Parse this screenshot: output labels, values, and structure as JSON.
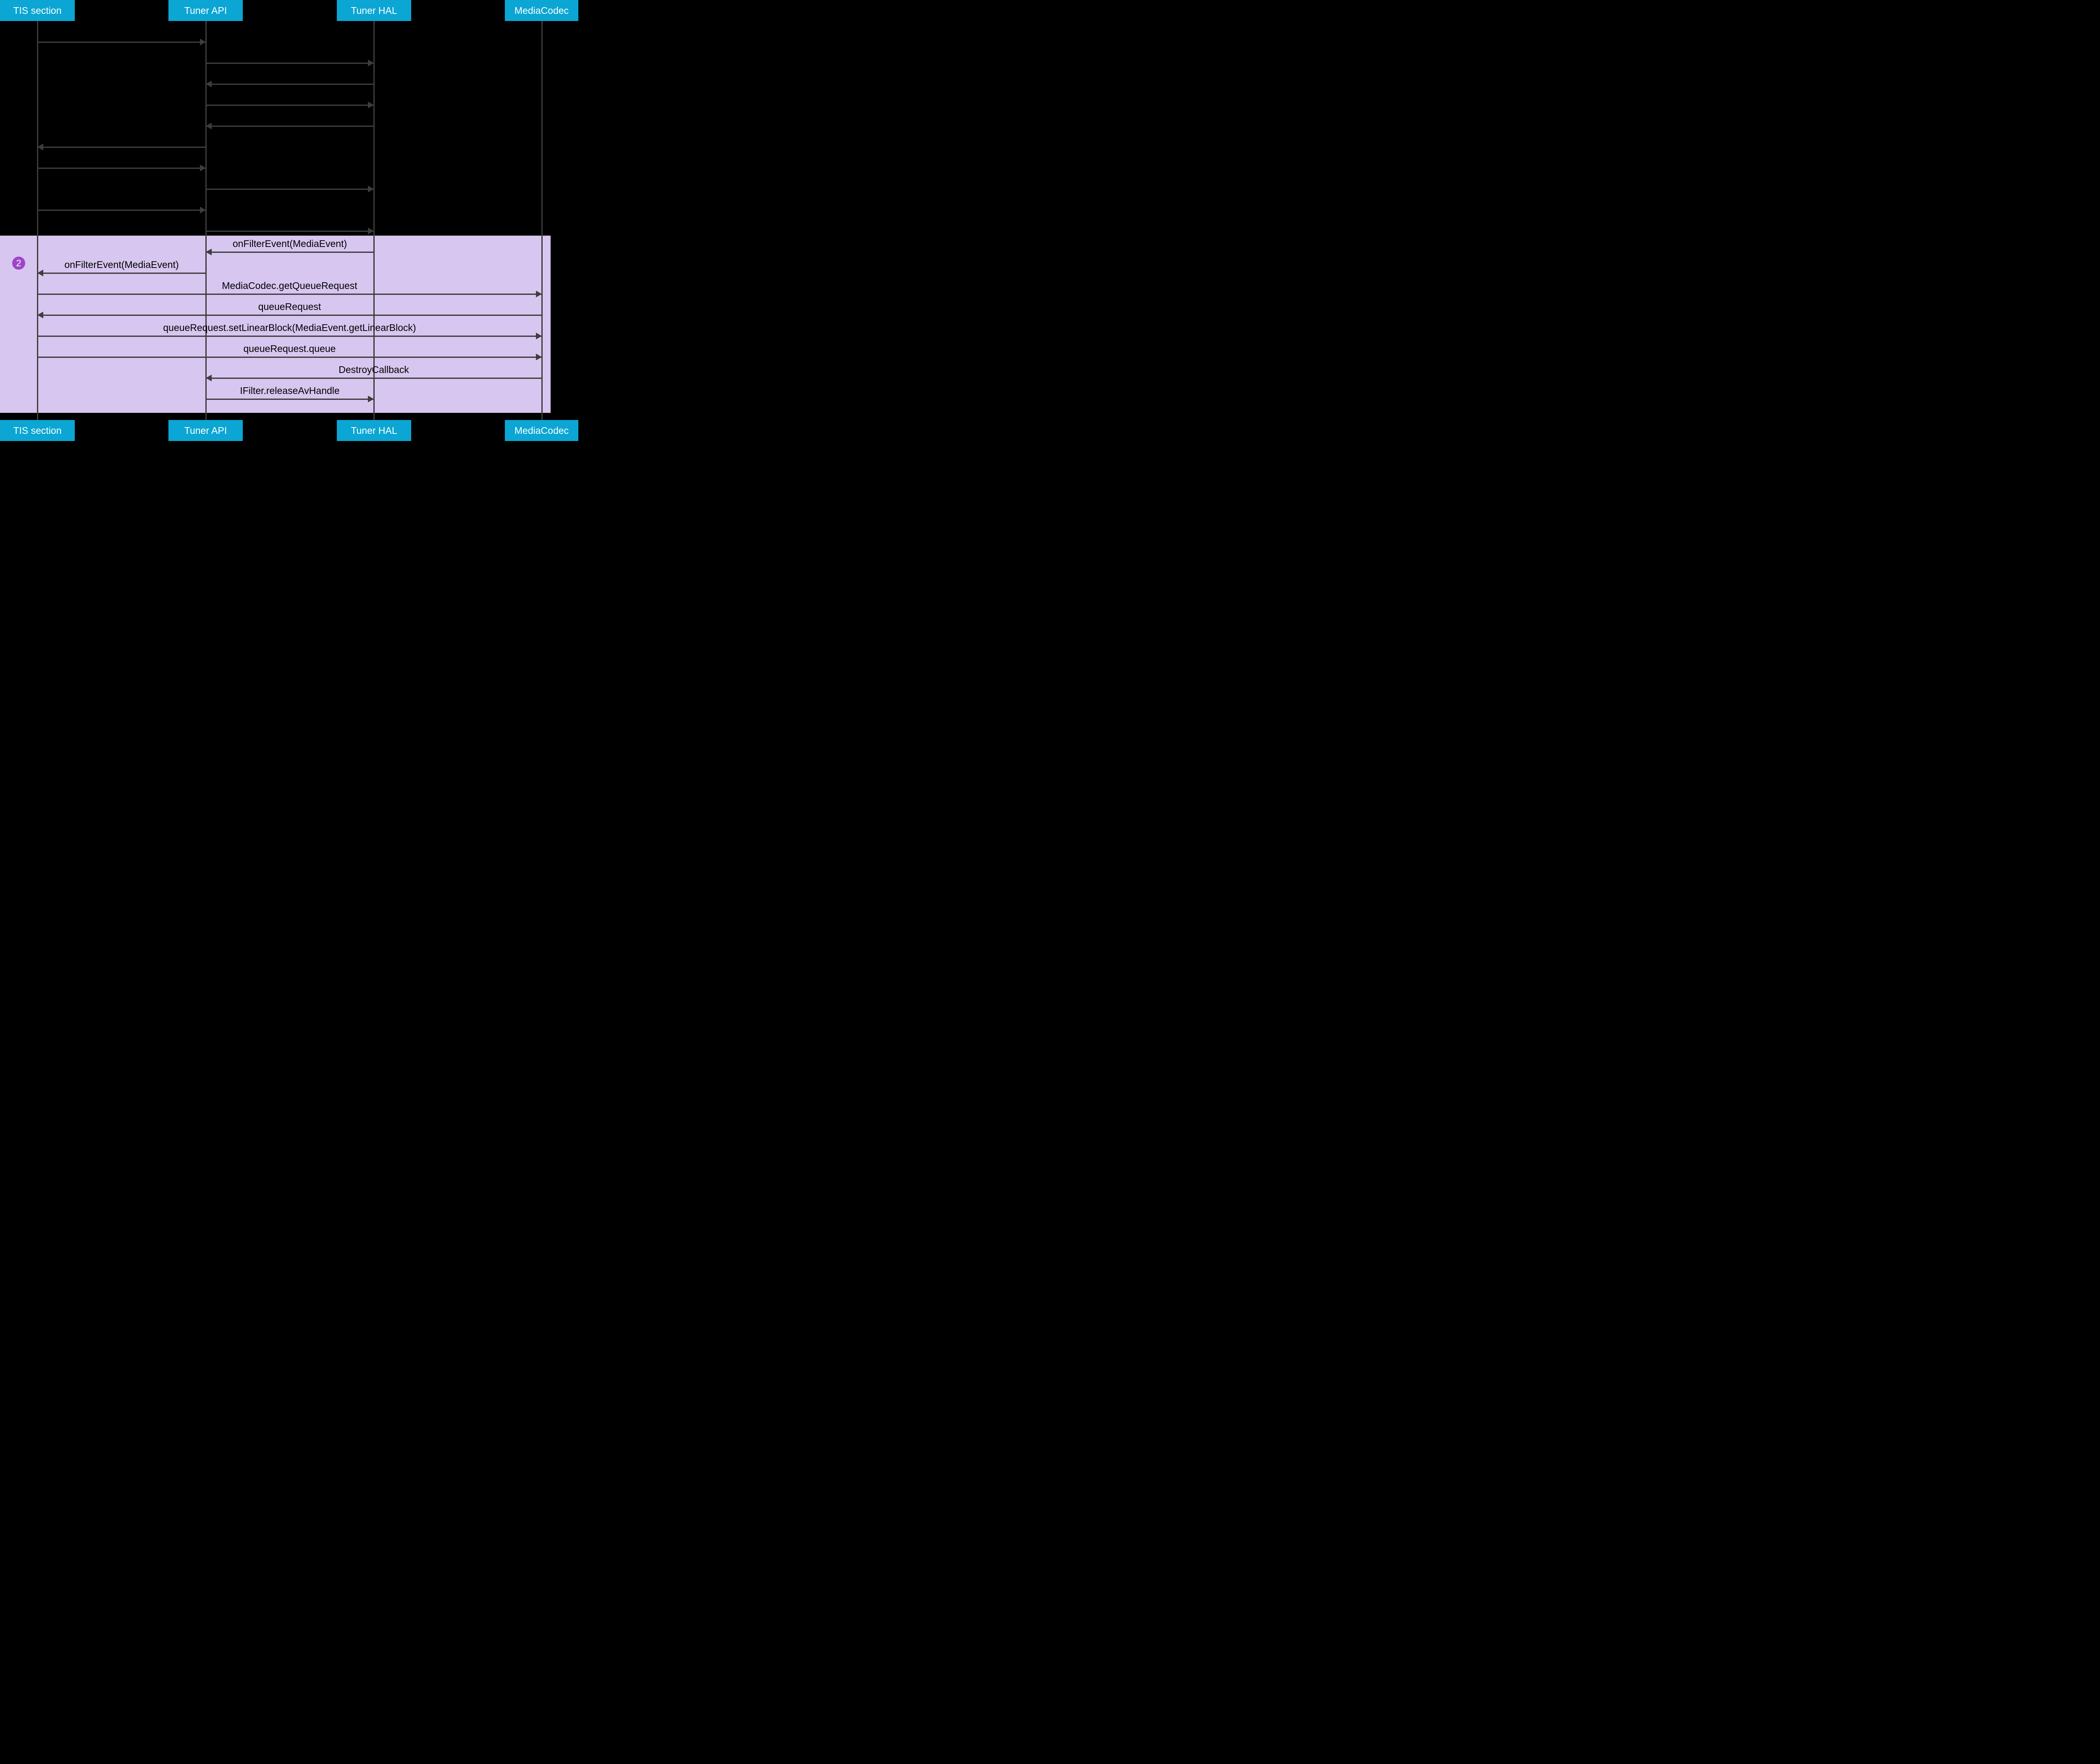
{
  "actors": [
    {
      "id": "tis",
      "label": "TIS section"
    },
    {
      "id": "api",
      "label": "Tuner API"
    },
    {
      "id": "hal",
      "label": "Tuner HAL"
    },
    {
      "id": "mc",
      "label": "MediaCodec"
    }
  ],
  "badge": {
    "label": "2"
  },
  "messages": [
    {
      "from": "tis",
      "to": "api",
      "label": "",
      "highlighted": false
    },
    {
      "from": "api",
      "to": "hal",
      "label": "",
      "highlighted": false
    },
    {
      "from": "hal",
      "to": "api",
      "label": "",
      "highlighted": false
    },
    {
      "from": "api",
      "to": "hal",
      "label": "",
      "highlighted": false
    },
    {
      "from": "hal",
      "to": "api",
      "label": "",
      "highlighted": false
    },
    {
      "from": "api",
      "to": "tis",
      "label": "",
      "highlighted": false
    },
    {
      "from": "tis",
      "to": "api",
      "label": "",
      "highlighted": false
    },
    {
      "from": "api",
      "to": "hal",
      "label": "",
      "highlighted": false
    },
    {
      "from": "tis",
      "to": "api",
      "label": "",
      "highlighted": false
    },
    {
      "from": "api",
      "to": "hal",
      "label": "",
      "highlighted": false
    },
    {
      "from": "hal",
      "to": "api",
      "label": "onFilterEvent(MediaEvent)",
      "highlighted": true
    },
    {
      "from": "api",
      "to": "tis",
      "label": "onFilterEvent(MediaEvent)",
      "highlighted": true
    },
    {
      "from": "tis",
      "to": "mc",
      "label": "MediaCodec.getQueueRequest",
      "highlighted": true
    },
    {
      "from": "mc",
      "to": "tis",
      "label": "queueRequest",
      "highlighted": true
    },
    {
      "from": "tis",
      "to": "mc",
      "label": "queueRequest.setLinearBlock(MediaEvent.getLinearBlock)",
      "highlighted": true
    },
    {
      "from": "tis",
      "to": "mc",
      "label": "queueRequest.queue",
      "highlighted": true
    },
    {
      "from": "mc",
      "to": "api",
      "label": "DestroyCallback",
      "highlighted": true
    },
    {
      "from": "api",
      "to": "hal",
      "label": "IFilter.releaseAvHandle",
      "highlighted": true
    }
  ],
  "colors": {
    "background": "#000000",
    "actor_bg": "#0ba6d3",
    "actor_text": "#ffffff",
    "line": "#3d3d3d",
    "highlight_bg": "#d7c6ef",
    "label_text": "#000000",
    "badge_bg": "#9d45c9",
    "badge_text": "#ffffff"
  }
}
